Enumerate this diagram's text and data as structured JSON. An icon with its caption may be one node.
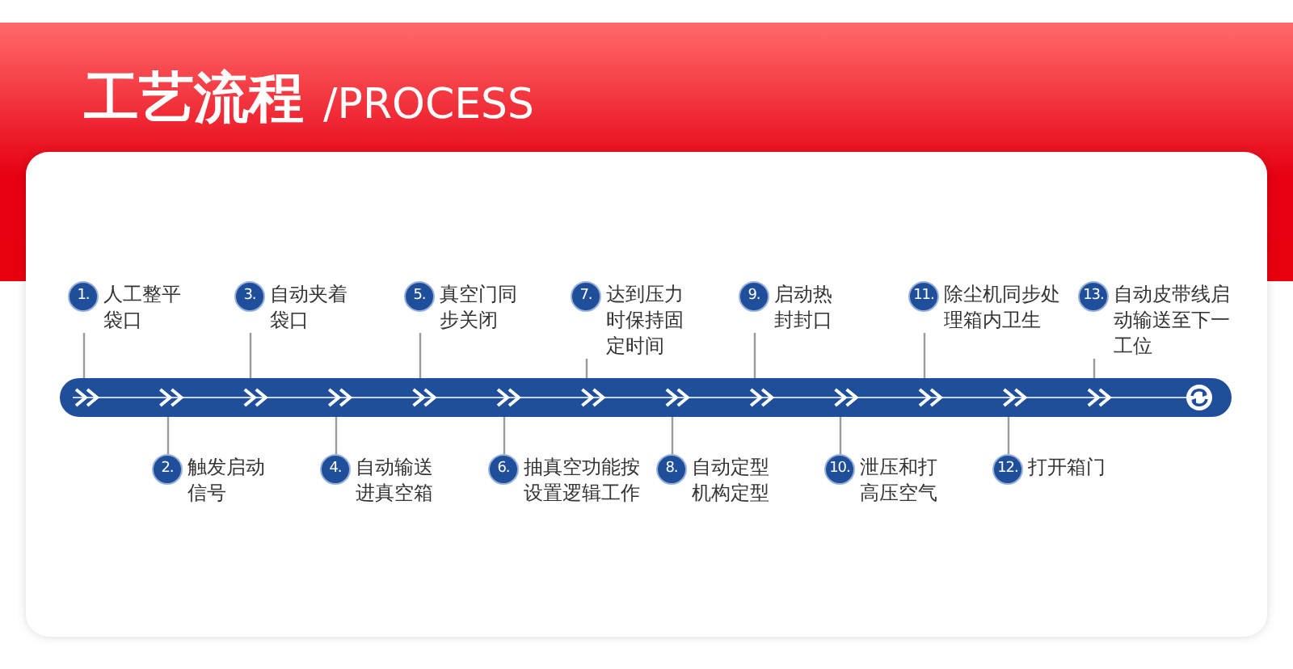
{
  "diagram": {
    "title": "工艺流程",
    "labels": [
      "/PROCESS"
    ],
    "nodes": [
      {
        "text": [
          "1.",
          "人工整平袋口"
        ]
      },
      {
        "text": [
          "2.",
          "触发启动信号"
        ]
      },
      {
        "text": [
          "3.",
          "自动夹着袋口"
        ]
      },
      {
        "text": [
          "4.",
          "自动输送进真空箱"
        ]
      },
      {
        "text": [
          "5.",
          "真空门同步关闭"
        ]
      },
      {
        "text": [
          "6.",
          "抽真空功能按设置逻辑工作"
        ]
      },
      {
        "text": [
          "7.",
          "达到压力时保持固定时间"
        ]
      },
      {
        "text": [
          "8.",
          "自动定型机构定型"
        ]
      },
      {
        "text": [
          "9.",
          "启动热封封口"
        ]
      },
      {
        "text": [
          "10.",
          "泄压和打高压空气"
        ]
      },
      {
        "text": [
          "11.",
          "除尘机同步处理箱内卫生"
        ]
      },
      {
        "text": [
          "12.",
          "打开箱门"
        ]
      },
      {
        "text": [
          "13.",
          "自动皮带线启动输送至下一工位"
        ]
      },
      {
        "text": [],
        "shape": "bar"
      }
    ],
    "edges": [
      {
        "from": 0,
        "to": 13,
        "arrow": "none"
      },
      {
        "from": 1,
        "to": 13,
        "arrow": "none"
      },
      {
        "from": 2,
        "to": 13,
        "arrow": "none"
      },
      {
        "from": 3,
        "to": 13,
        "arrow": "none"
      },
      {
        "from": 4,
        "to": 13,
        "arrow": "none"
      },
      {
        "from": 5,
        "to": 13,
        "arrow": "none"
      },
      {
        "from": 6,
        "to": 13,
        "arrow": "none"
      },
      {
        "from": 7,
        "to": 13,
        "arrow": "none"
      },
      {
        "from": 8,
        "to": 13,
        "arrow": "none"
      },
      {
        "from": 9,
        "to": 13,
        "arrow": "none"
      },
      {
        "from": 10,
        "to": 13,
        "arrow": "none"
      },
      {
        "from": 11,
        "to": 13,
        "arrow": "none"
      },
      {
        "from": 12,
        "to": 13,
        "arrow": "none"
      }
    ]
  }
}
